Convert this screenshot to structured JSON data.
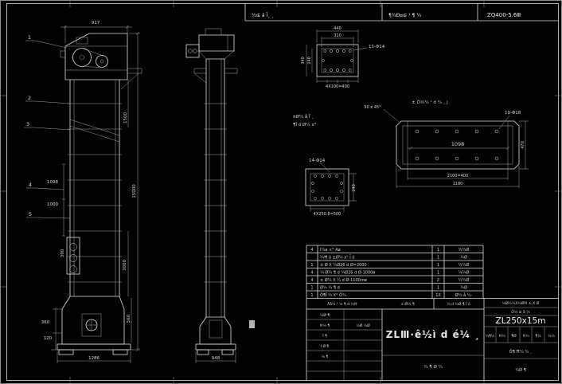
{
  "strip": {
    "left": "½ɶ á Ī¸ ¸",
    "middle": "¶¼Đ¤ɶ ¹ ¶ ¼",
    "right": "ZQ400-5.6Ⅲ"
  },
  "front": {
    "balloons": [
      "1",
      "2",
      "3",
      "4",
      "5"
    ],
    "d917": "917",
    "d15000": "15000",
    "d1500": "1500",
    "d3000": "3000",
    "d1098": "1098",
    "d1000": "1000",
    "d390": "390",
    "d560": "560",
    "d360": "360",
    "d120": "120",
    "d1286": "1286"
  },
  "side": {
    "d948": "948"
  },
  "fa": {
    "d310": "310",
    "d440": "440",
    "d240": "240",
    "d340": "340",
    "dbottom": "4X100=400",
    "callout": "11-Φ14"
  },
  "note": {
    "l1": "¤Ø¼ å Ī ¸",
    "l2": "¶Ī ó Ø¼ x°"
  },
  "plate": {
    "label": "± Ǒ½¼ ¹ d ¼ ¸ j",
    "chamfer": "50 x 45°",
    "callout": "10-Φ18",
    "d1098": "1098",
    "d470": "470",
    "d2100": "2100=400",
    "d1180": "1180"
  },
  "fb": {
    "callout": "14-Φ14",
    "d240": "240",
    "dbottom": "4X250.8=500"
  },
  "parts": {
    "rows": [
      {
        "no": "4",
        "desc": "Ⅰ¼ø ×° Aø",
        "qty": "1",
        "mat": "¾¼Ø"
      },
      {
        "no": "",
        "desc": "¼Ħ ó ±Ø¼ x° Ī ó",
        "qty": "1",
        "mat": "¼Ø"
      },
      {
        "no": "1",
        "desc": "± Ø X ¼Ø26 d Ø=2000",
        "qty": "1",
        "mat": "¼¼Ø"
      },
      {
        "no": "4",
        "desc": "¼ Ø¼ ¶ d ¼Ø26 d Ø-1000ø",
        "qty": "1",
        "mat": "¼¼Ø"
      },
      {
        "no": "4",
        "desc": "± Ø¼ X ¼ d Ø-1100mø",
        "qty": "2",
        "mat": "¼¼Ø"
      },
      {
        "no": "1",
        "desc": "Ø¼ ¼ ¶ d",
        "qty": "1",
        "mat": "¼Ø"
      },
      {
        "no": "1",
        "desc": "Ǒ¶Ī ¼ X° Ǒ¼",
        "qty": "1X",
        "mat": "Ø¼ å ¼·"
      }
    ]
  },
  "tb": {
    "h1": "Äå¼ ¹  ¼ ¶ d ¼Ħ",
    "h2": "± Ø¼ ¶",
    "h3": "¼ d ¼Ø ¶ Ī ó",
    "rt1": "¼Ø½¼X¼ØĦ  ±,X Ø",
    "rt2": "Ǒ¼ ɶ å ¼",
    "title": "ZLⅢ·ê½ì d é¼ ¸",
    "model": "ZL250x15m",
    "l1": "¼Ø ¶",
    "l2": "Ħ¼ ¶",
    "l2b": "¼Ø ¼Ø",
    "l3": "Ī ¶",
    "l4": "Ⅰ Ø ¶",
    "l5": "¼ ¶",
    "sheet": "¼ ¶      Ø ¼",
    "rc1": "¼¶¼",
    "rc2": "Ħ¼",
    "rc3": "¶Ø",
    "rc4": "Ħ¼",
    "rc5": "¶¼",
    "rc6": "¼¼",
    "rmid": "Ǒ¶ Ħ¼ ¼ ¸",
    "rbot": "¼Ø ¶"
  }
}
